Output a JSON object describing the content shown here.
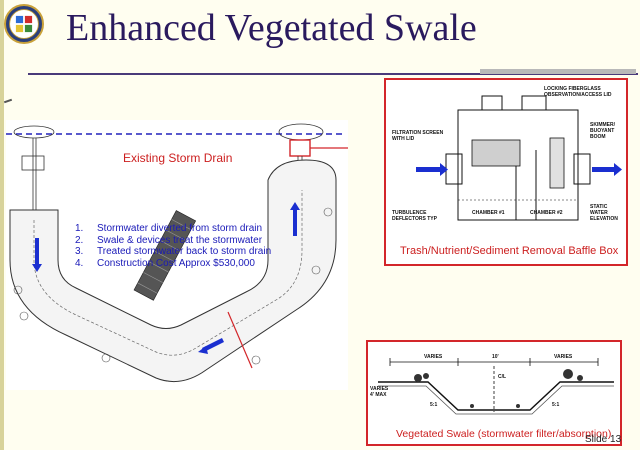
{
  "slide": {
    "title": "Enhanced Vegetated Swale",
    "slide_number": "Slide 13"
  },
  "plan": {
    "storm_drain_label": "Existing Storm Drain",
    "steps": [
      {
        "num": "1.",
        "text": "Stormwater diverted from storm drain"
      },
      {
        "num": "2.",
        "text": "Swale & devices treat the stormwater"
      },
      {
        "num": "3.",
        "text": "Treated stormwater back to storm drain"
      },
      {
        "num": "4.",
        "text": "Construction Cost Approx $530,000"
      }
    ]
  },
  "baffle_box": {
    "caption": "Trash/Nutrient/Sediment Removal Baffle Box",
    "labels": {
      "lid": "LOCKING FIBERGLASS\nOBSERVATION/ACCESS LID",
      "screen": "FILTRATION SCREEN\nWITH LID",
      "skimmer": "SKIMMER/\nBUOYANT\nBOOM",
      "static": "STATIC\nWATER\nELEVATION",
      "turbulence": "TURBULENCE\nDEFLECTORS TYP",
      "chamber1": "CHAMBER #1",
      "chamber2": "CHAMBER #2"
    }
  },
  "swale_section": {
    "caption": "Vegetated Swale (stormwater filter/absorption)",
    "labels": {
      "varies_left": "VARIES",
      "width_center": "10'",
      "varies_right": "VARIES",
      "centerline": "C/L",
      "depth": "VARIES\n4' MAX",
      "slope_left": "5:1",
      "slope_right": "5:1"
    }
  },
  "colors": {
    "title": "#2a1a5e",
    "callout_border": "#d3262a",
    "storm_drain_line": "#2222bb",
    "steps_text": "#1a1ab8",
    "background": "#fffef0"
  },
  "icons": {
    "logo": "seal-emblem-icon",
    "flow_arrow": "blue-flow-arrow-icon"
  }
}
